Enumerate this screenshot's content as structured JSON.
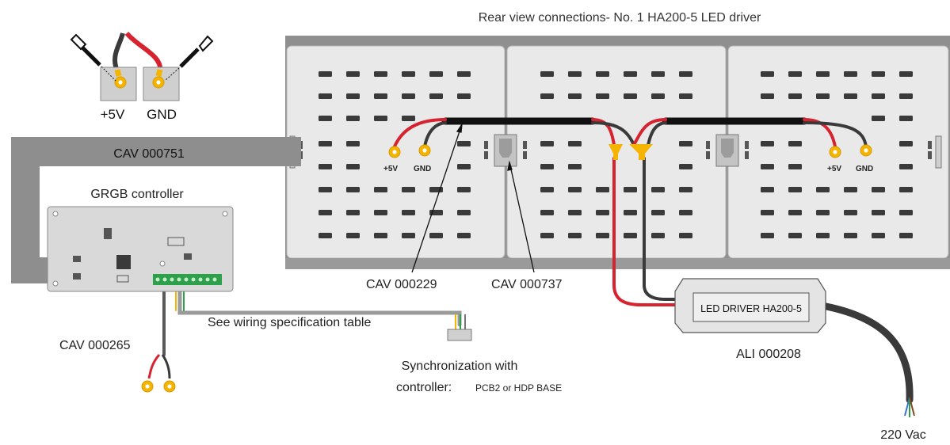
{
  "title": "Rear view connections- No. 1  HA200-5  LED driver",
  "terminal_detail": {
    "plus": "+5V",
    "gnd": "GND"
  },
  "panel_terminals": {
    "left": {
      "plus": "+5V",
      "gnd": "GND"
    },
    "right": {
      "plus": "+5V",
      "gnd": "GND"
    }
  },
  "cables": {
    "cav751": "CAV 000751",
    "cav229": "CAV 000229",
    "cav737": "CAV 000737",
    "cav265": "CAV 000265"
  },
  "controller": {
    "label": "GRGB controller"
  },
  "wiring_note": "See wiring specification table",
  "sync": {
    "line1": "Synchronization with",
    "line2_prefix": "controller:",
    "line2_suffix": "PCB2 or HDP BASE"
  },
  "driver": {
    "box_label": "LED DRIVER  HA200-5",
    "code": "ALI 000208"
  },
  "mains": "220 Vac",
  "colors": {
    "red_wire": "#d7232f",
    "black_wire": "#3a3a3a",
    "terminal": "#f5b400",
    "panel": "#e6e6e6",
    "frame": "#8c8c8c"
  },
  "icons": [
    "screw-icon",
    "ring-terminal-icon",
    "connector-clip-icon",
    "terminal-block-icon"
  ]
}
